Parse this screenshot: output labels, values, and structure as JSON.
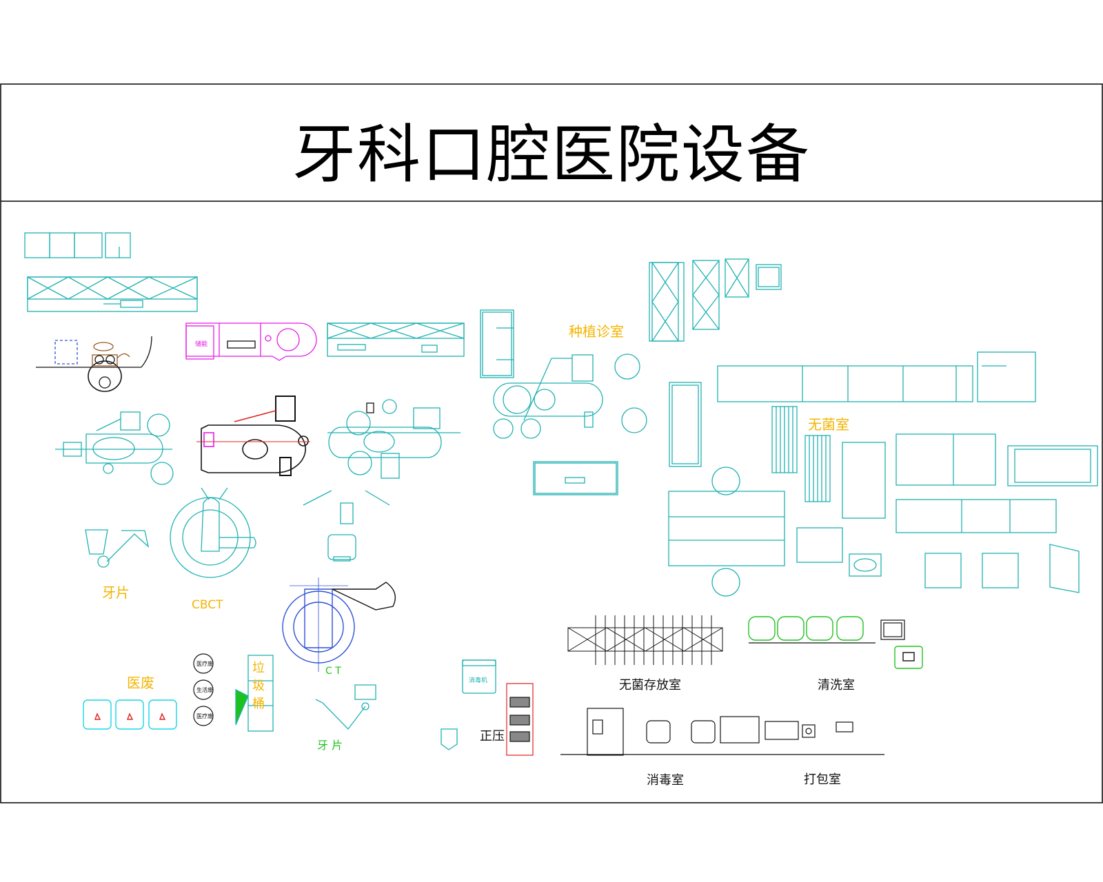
{
  "title": "牙科口腔医院设备",
  "labels": {
    "implant_room": "种植诊室",
    "sterile_room": "无菌室",
    "dental_film_1": "牙片",
    "cbct": "CBCT",
    "ct": "C T",
    "medical_waste": "医废",
    "garbage_bin": "垃圾桶",
    "dental_film_2": "牙 片",
    "positive_pressure": "正压",
    "sterile_storage": "无菌存放室",
    "cleaning_room": "清洗室",
    "disinfection_room": "消毒室",
    "packing_room": "打包室",
    "waste_bin_small_1": "医疗废",
    "waste_bin_small_2": "生活废",
    "waste_bin_small_3": "医疗废",
    "device_label_1": "储能",
    "machine_label": "消毒机"
  },
  "colors": {
    "cyan": "#1fb1b1",
    "magenta": "#e619e6",
    "orange": "#f4b400",
    "green": "#1ec21e",
    "red": "#e02020",
    "blue": "#2b50d6",
    "black": "#111111"
  },
  "icons": [
    "dental-chair-icon",
    "stool-icon",
    "sink-icon",
    "xray-arm-icon",
    "cabinet-icon"
  ]
}
